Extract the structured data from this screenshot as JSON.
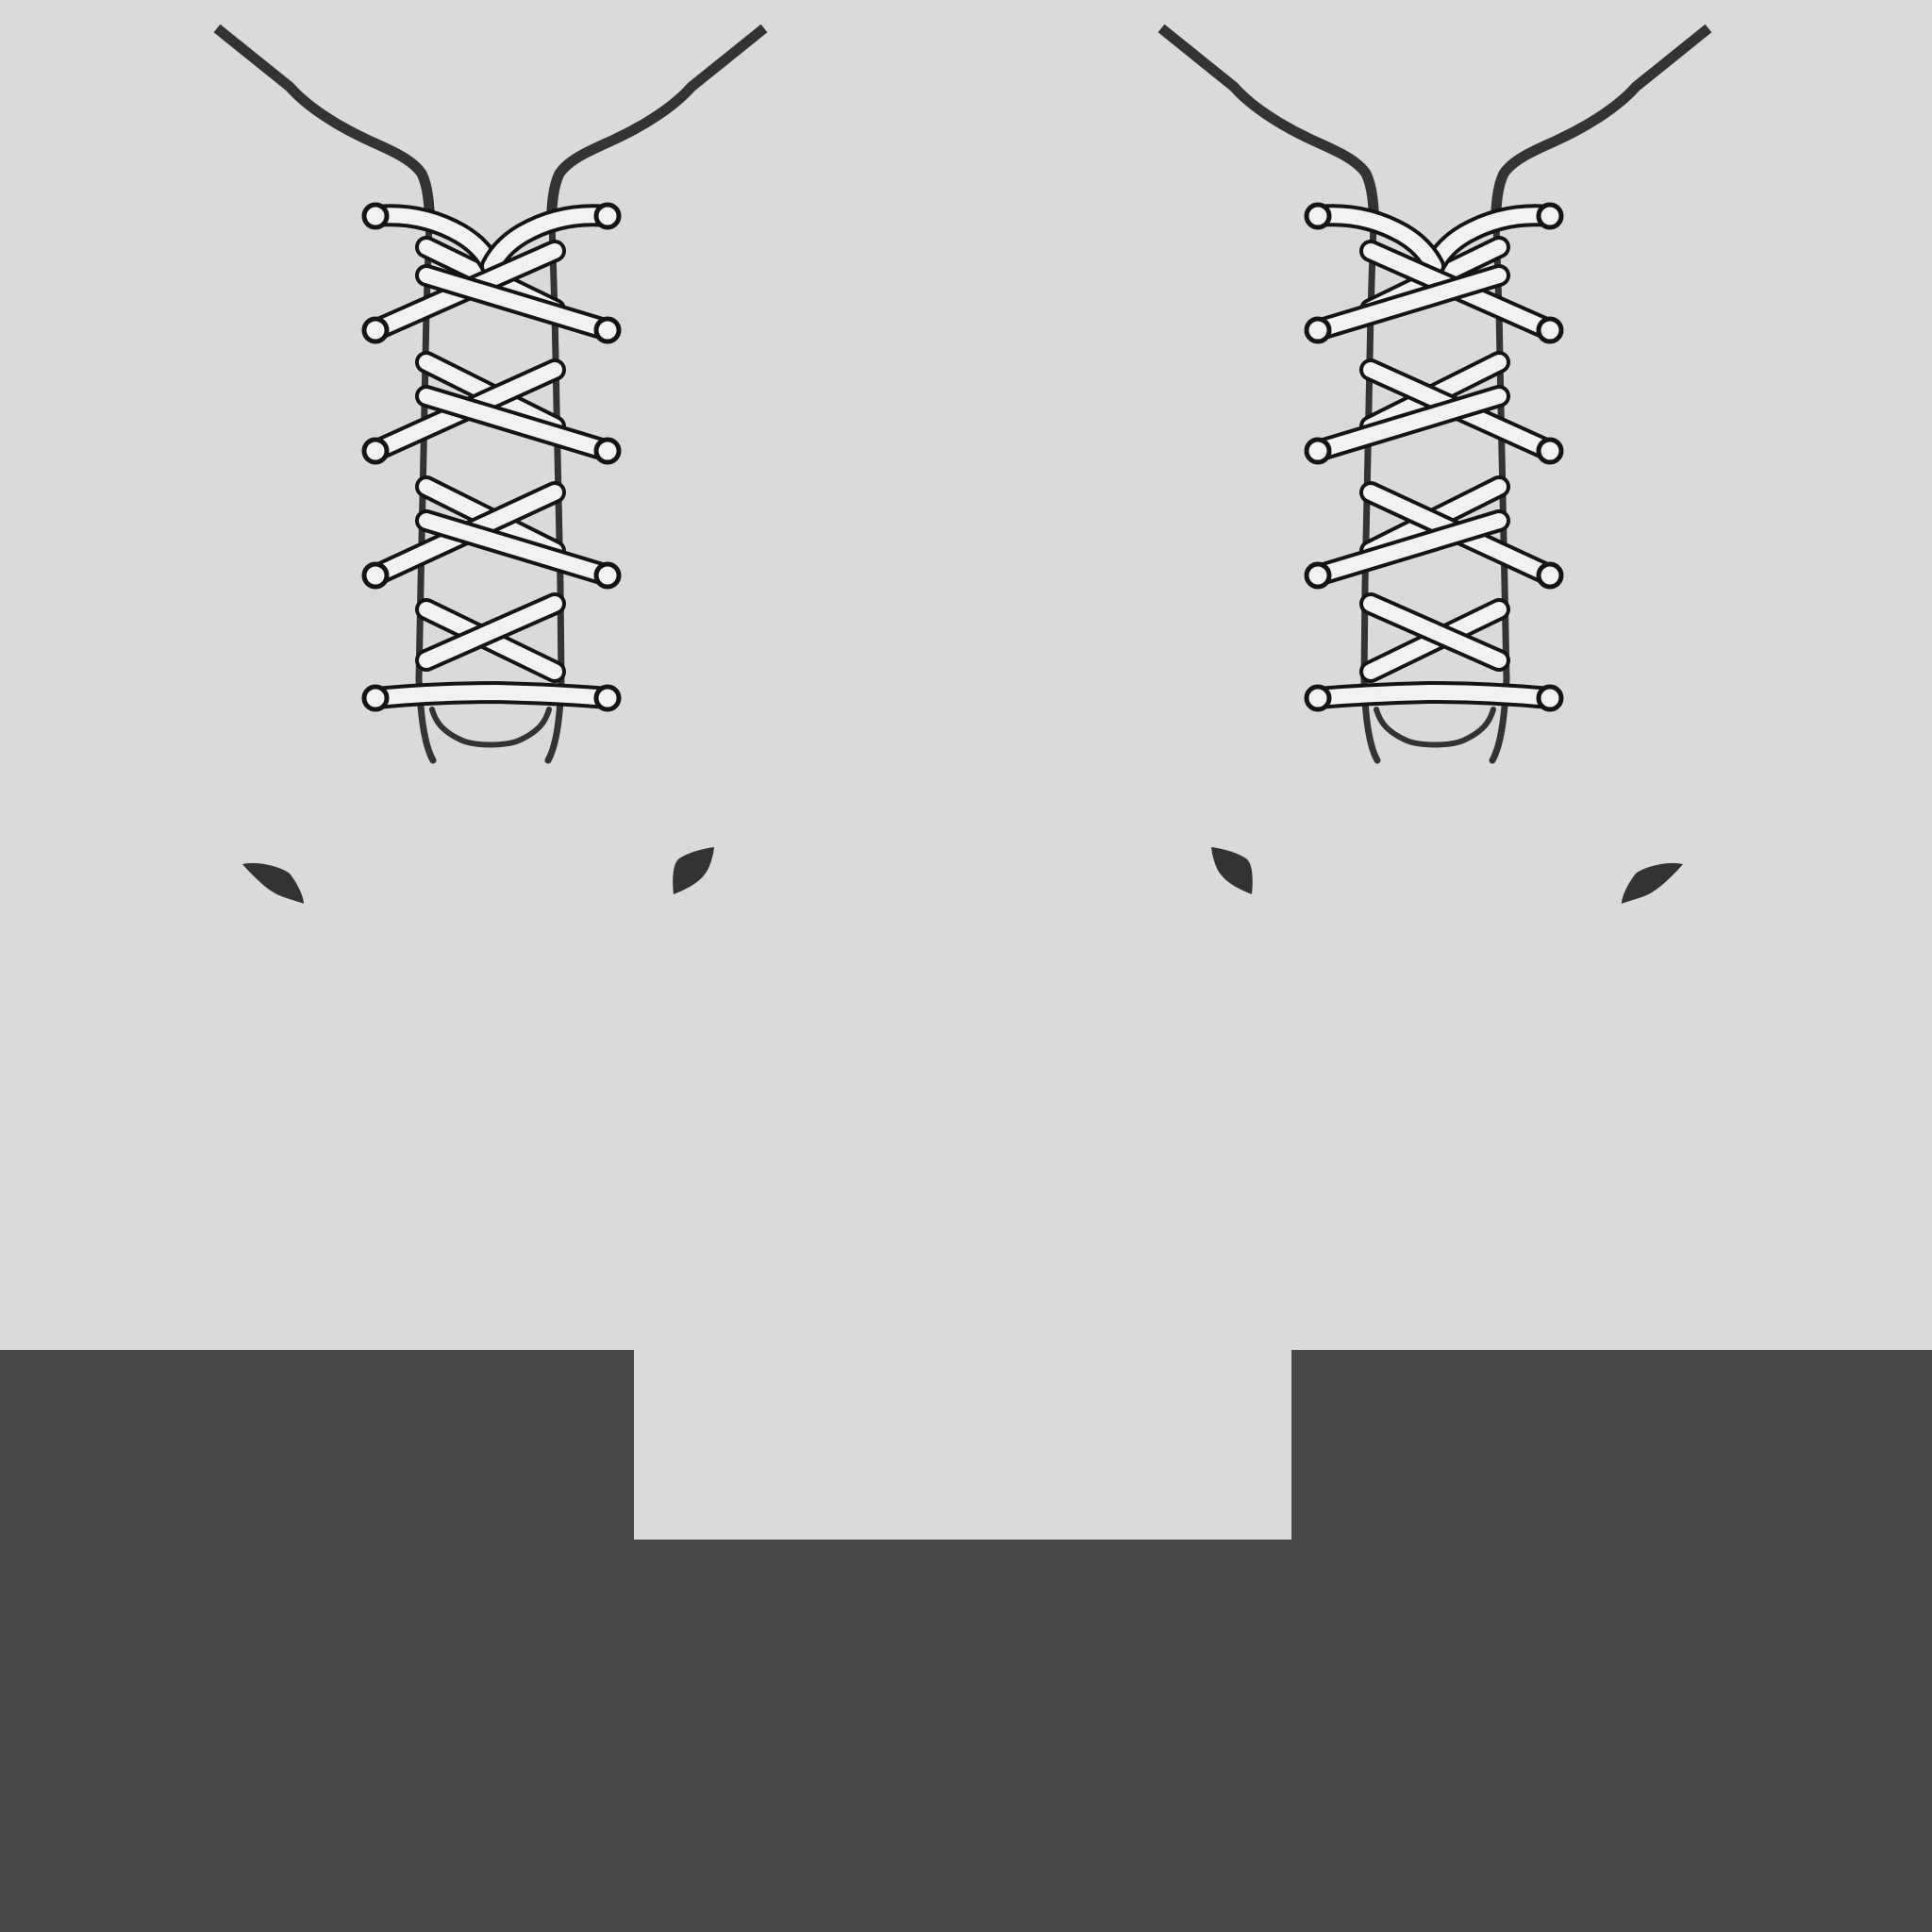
{
  "colors": {
    "background": "#dadada",
    "base_panel": "#484848",
    "outline": "#333333",
    "lace_fill": "#f2f2f2",
    "lace_stroke": "#141414",
    "crease": "#333333"
  },
  "boots": [
    {
      "name": "left-boot",
      "lace_rows": 5,
      "mirrored": false
    },
    {
      "name": "right-boot",
      "lace_rows": 5,
      "mirrored": true
    }
  ]
}
